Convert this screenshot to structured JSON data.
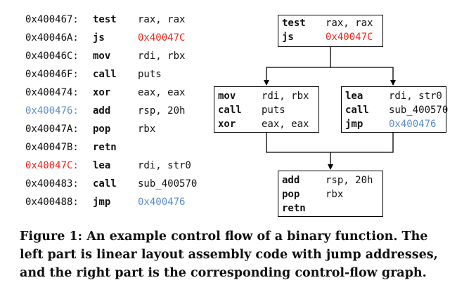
{
  "colors": {
    "text": "#111111",
    "red": "#e8291e",
    "blue": "#5b8fc7"
  },
  "listing": [
    {
      "addr": "0x400467:",
      "mnemonic": "test",
      "operands": "rax, rax",
      "addr_color": "text",
      "op_color": "text"
    },
    {
      "addr": "0x40046A:",
      "mnemonic": "js",
      "operands": "0x40047C",
      "addr_color": "text",
      "op_color": "red"
    },
    {
      "addr": "0x40046C:",
      "mnemonic": "mov",
      "operands": "rdi, rbx",
      "addr_color": "text",
      "op_color": "text"
    },
    {
      "addr": "0x40046F:",
      "mnemonic": "call",
      "operands": "puts",
      "addr_color": "text",
      "op_color": "text"
    },
    {
      "addr": "0x400474:",
      "mnemonic": "xor",
      "operands": "eax, eax",
      "addr_color": "text",
      "op_color": "text"
    },
    {
      "addr": "0x400476:",
      "mnemonic": "add",
      "operands": "rsp, 20h",
      "addr_color": "blue",
      "op_color": "text"
    },
    {
      "addr": "0x40047A:",
      "mnemonic": "pop",
      "operands": "rbx",
      "addr_color": "text",
      "op_color": "text"
    },
    {
      "addr": "0x40047B:",
      "mnemonic": "retn",
      "operands": "",
      "addr_color": "text",
      "op_color": "text"
    },
    {
      "addr": "0x40047C:",
      "mnemonic": "lea",
      "operands": "rdi, str0",
      "addr_color": "red",
      "op_color": "text"
    },
    {
      "addr": "0x400483:",
      "mnemonic": "call",
      "operands": "sub_400570",
      "addr_color": "text",
      "op_color": "text"
    },
    {
      "addr": "0x400488:",
      "mnemonic": "jmp",
      "operands": "0x400476",
      "addr_color": "text",
      "op_color": "blue"
    }
  ],
  "blocks": [
    {
      "id": "entry",
      "lines": [
        {
          "mnemonic": "test",
          "operands": "rax, rax",
          "op_color": "text"
        },
        {
          "mnemonic": "js",
          "operands": "0x40047C",
          "op_color": "red"
        }
      ]
    },
    {
      "id": "fallthrough",
      "lines": [
        {
          "mnemonic": "mov",
          "operands": "rdi, rbx",
          "op_color": "text"
        },
        {
          "mnemonic": "call",
          "operands": "puts",
          "op_color": "text"
        },
        {
          "mnemonic": "xor",
          "operands": "eax, eax",
          "op_color": "text"
        }
      ]
    },
    {
      "id": "branch",
      "lines": [
        {
          "mnemonic": "lea",
          "operands": "rdi, str0",
          "op_color": "text"
        },
        {
          "mnemonic": "call",
          "operands": "sub_400570",
          "op_color": "text"
        },
        {
          "mnemonic": "jmp",
          "operands": "0x400476",
          "op_color": "blue"
        }
      ]
    },
    {
      "id": "exit",
      "lines": [
        {
          "mnemonic": "add",
          "operands": "rsp, 20h",
          "op_color": "text"
        },
        {
          "mnemonic": "pop",
          "operands": "rbx",
          "op_color": "text"
        },
        {
          "mnemonic": "retn",
          "operands": "",
          "op_color": "text"
        }
      ]
    }
  ],
  "caption": {
    "line1": "Figure 1: An example control flow of a binary function. The",
    "line2": "left part is linear layout assembly code with jump addresses,",
    "line3": "and the right part is the corresponding control-flow graph."
  }
}
